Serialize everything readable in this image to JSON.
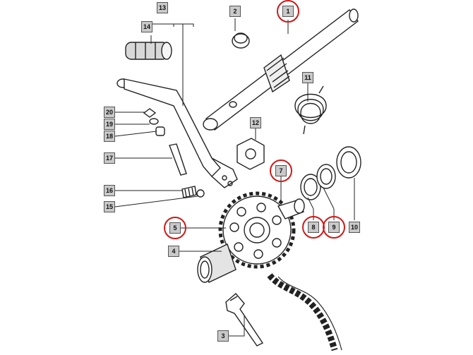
{
  "labels": {
    "p1": "1",
    "p2": "2",
    "p3": "3",
    "p4": "4",
    "p5": "5",
    "p7": "7",
    "p8": "8",
    "p9": "9",
    "p10": "10",
    "p11": "11",
    "p12": "12",
    "p13": "13",
    "p14": "14",
    "p15": "15",
    "p16": "16",
    "p17": "17",
    "p18": "18",
    "p19": "19",
    "p20": "20"
  },
  "highlighted": [
    "1",
    "5",
    "7",
    "8",
    "9"
  ],
  "colors": {
    "highlight": "#d01818",
    "label_bg": "#c9c9c9",
    "line": "#222222"
  }
}
